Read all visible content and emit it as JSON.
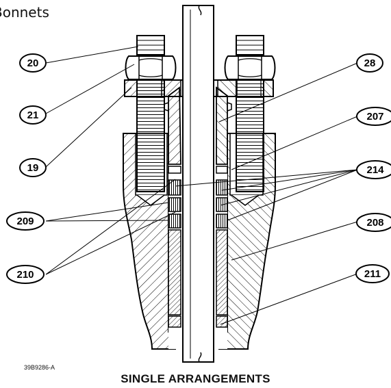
{
  "header": {
    "title": "Bonnets"
  },
  "callouts": {
    "c20": "20",
    "c21": "21",
    "c19": "19",
    "c28": "28",
    "c207": "207",
    "c214": "214",
    "c209": "209",
    "c208": "208",
    "c210": "210",
    "c211": "211"
  },
  "drawing_id": "39B9286-A",
  "caption": "SINGLE ARRANGEMENTS",
  "colors": {
    "line": "#000000",
    "background": "#ffffff"
  }
}
